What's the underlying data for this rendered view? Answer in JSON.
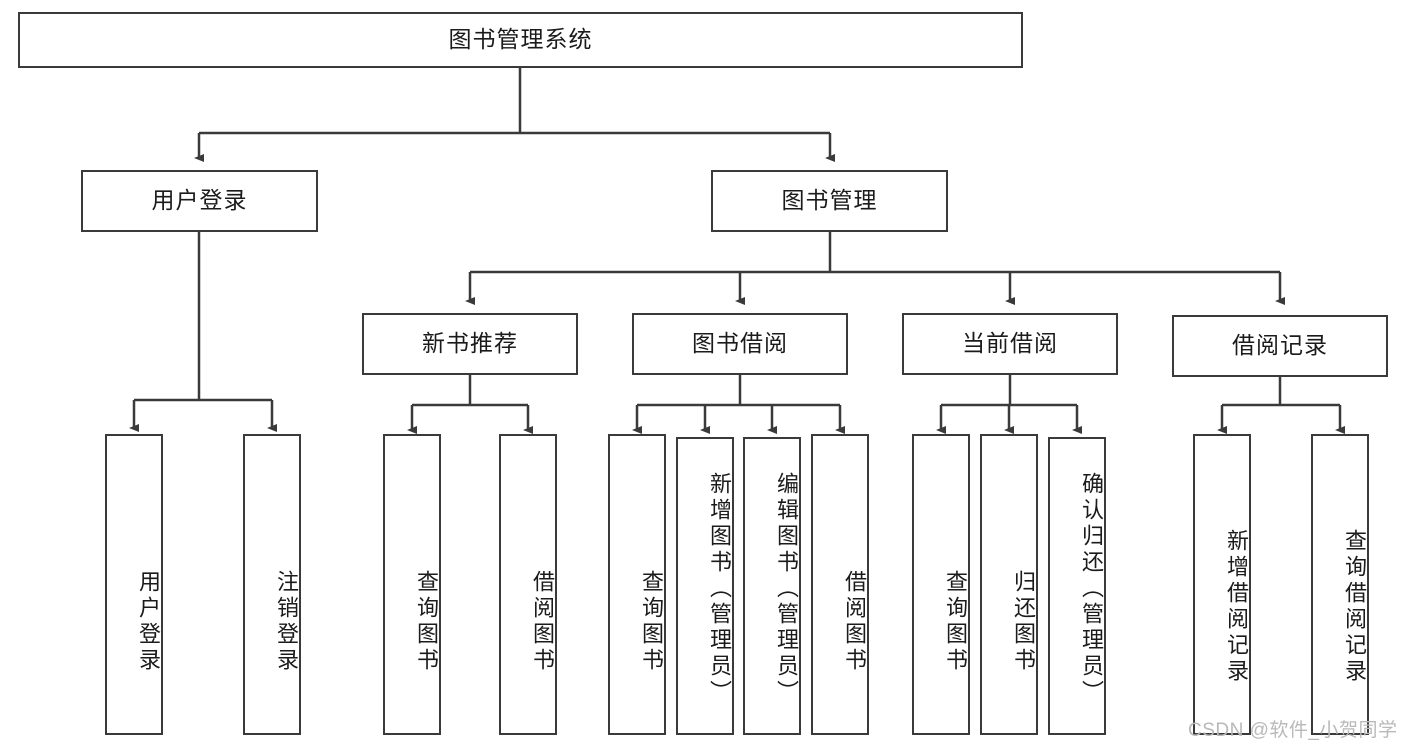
{
  "diagram": {
    "title": "图书管理系统",
    "type": "hierarchy-tree",
    "levels": 4,
    "root": {
      "label": "图书管理系统"
    },
    "level2": [
      {
        "label": "用户登录"
      },
      {
        "label": "图书管理"
      }
    ],
    "level3": [
      {
        "label": "新书推荐"
      },
      {
        "label": "图书借阅"
      },
      {
        "label": "当前借阅"
      },
      {
        "label": "借阅记录"
      }
    ],
    "leaves": {
      "user_login": [
        {
          "label": "用户登录"
        },
        {
          "label": "注销登录"
        }
      ],
      "new_book_recommend": [
        {
          "label": "查询图书"
        },
        {
          "label": "借阅图书"
        }
      ],
      "book_borrow": [
        {
          "label": "查询图书"
        },
        {
          "label": "新增图书（管理员）"
        },
        {
          "label": "编辑图书（管理员）"
        },
        {
          "label": "借阅图书"
        }
      ],
      "current_borrow": [
        {
          "label": "查询图书"
        },
        {
          "label": "归还图书"
        },
        {
          "label": "确认归还（管理员）"
        }
      ],
      "borrow_record": [
        {
          "label": "新增借阅记录"
        },
        {
          "label": "查询借阅记录"
        }
      ]
    }
  },
  "watermark": {
    "text": "CSDN @软件_小贺同学"
  },
  "colors": {
    "stroke": "#3a3a3a",
    "fill": "#ffffff",
    "text": "#1b1b1b",
    "watermark": "#b9b9b9"
  }
}
